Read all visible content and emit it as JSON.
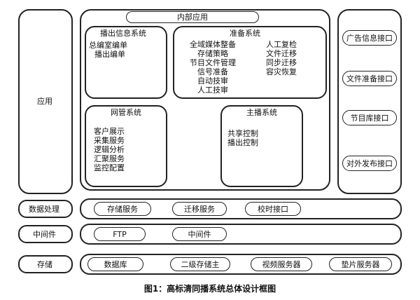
{
  "left_column": {
    "application": "应用",
    "data_processing": "数据处理",
    "middleware": "中间件",
    "storage": "存储"
  },
  "internal_app": {
    "title": "内部应用",
    "playlist_system": {
      "title": "播出信息系统",
      "items": [
        "总编室编单",
        "播出编单"
      ]
    },
    "prep_system": {
      "title": "准备系统",
      "col1": [
        "全域媒体整备",
        "存储策略",
        "节目文件管理",
        "信号准备",
        "自动技审",
        "人工技审"
      ],
      "col2": [
        "人工复检",
        "文件迁移",
        "同步迁移",
        "容灾恢复"
      ]
    },
    "nms_system": {
      "title": "网管系统",
      "items": [
        "客户展示",
        "采集服务",
        "逻辑分析",
        "汇聚服务",
        "监控配置"
      ]
    },
    "master_system": {
      "title": "主播系统",
      "items": [
        "共享控制",
        "播出控制"
      ]
    }
  },
  "interfaces": [
    "广告信息接口",
    "文件准备接口",
    "节目库接口",
    "对外发布接口"
  ],
  "data_processing_items": [
    "存储服务",
    "迁移服务",
    "校时接口"
  ],
  "middleware_items": [
    "FTP",
    "中间件"
  ],
  "storage_items": [
    "数据库",
    "二级存储主",
    "视频服务器",
    "垫片服务器"
  ],
  "caption": "图1：高标清同播系统总体设计框图"
}
